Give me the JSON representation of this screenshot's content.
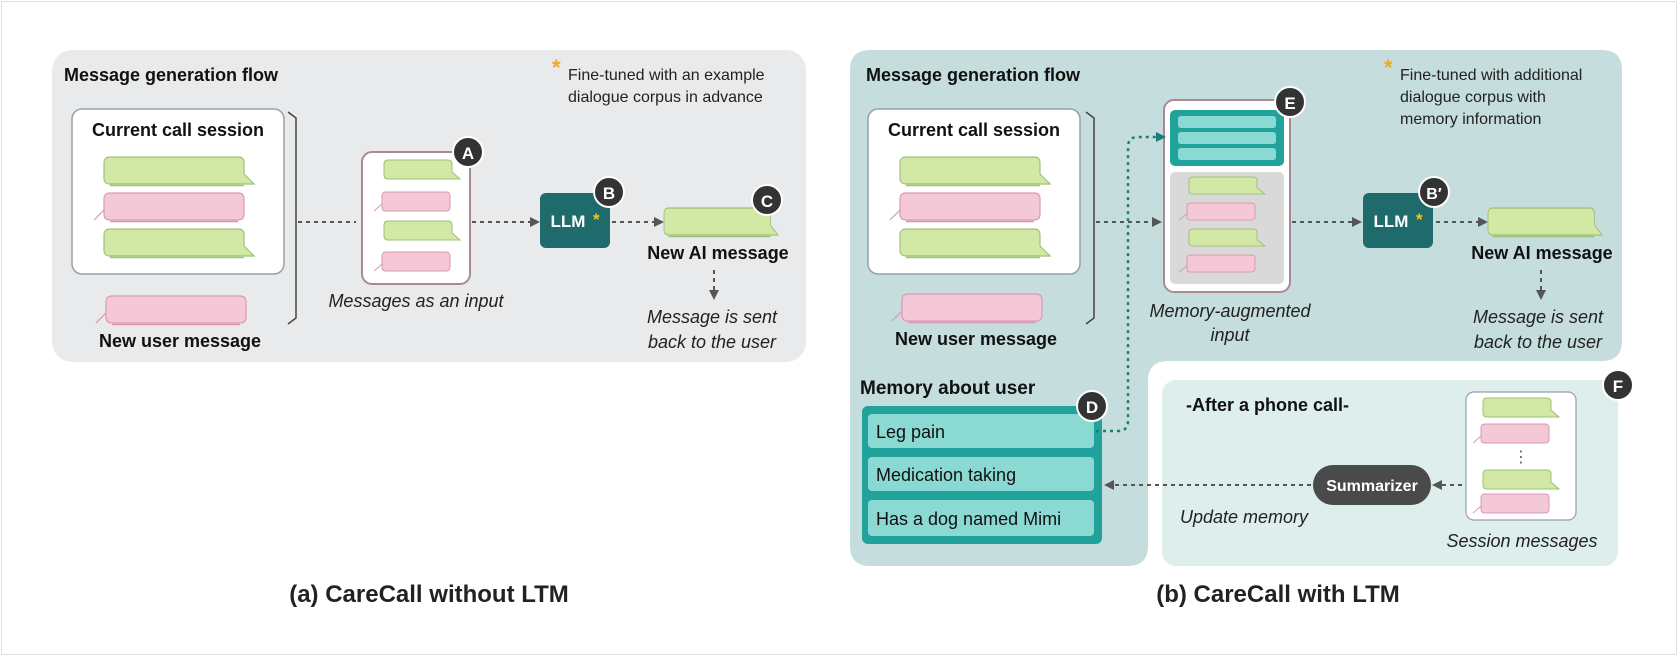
{
  "panel_a": {
    "flow_title": "Message generation flow",
    "note_star": "*",
    "note_line1": "Fine-tuned with an example",
    "note_line2": "dialogue corpus in advance",
    "current_session": "Current call session",
    "new_user_message": "New user message",
    "messages_input": "Messages as an input",
    "llm": "LLM",
    "llm_star": "*",
    "new_ai_message": "New AI message",
    "sent_line1": "Message is sent",
    "sent_line2": "back to the user",
    "badge_a": "A",
    "badge_b": "B",
    "badge_c": "C",
    "caption": "(a) CareCall without LTM"
  },
  "panel_b": {
    "flow_title": "Message generation flow",
    "note_star": "*",
    "note_line1": "Fine-tuned with additional",
    "note_line2": "dialogue corpus with",
    "note_line3": "memory information",
    "current_session": "Current call session",
    "new_user_message": "New user message",
    "augmented_line1": "Memory-augmented",
    "augmented_line2": "input",
    "llm": "LLM",
    "llm_star": "*",
    "new_ai_message": "New AI message",
    "sent_line1": "Message is sent",
    "sent_line2": "back to the user",
    "memory_title": "Memory about user",
    "memory_items": [
      "Leg pain",
      "Medication taking",
      "Has a dog named Mimi"
    ],
    "after_call": "-After a phone call-",
    "summarizer": "Summarizer",
    "update_memory": "Update memory",
    "session_messages": "Session messages",
    "badge_bp": "B′",
    "badge_d": "D",
    "badge_e": "E",
    "badge_f": "F",
    "caption": "(b) CareCall with LTM"
  },
  "colors": {
    "panel_a_bg": "#e8eaeb",
    "panel_b_bg": "#c5dddc",
    "after_call_bg": "#ddeeed",
    "green_bubble": "#d3e8a4",
    "pink_bubble": "#f5c8d8",
    "llm_teal": "#1f6b6b",
    "memory_teal": "#21a39c",
    "memory_item": "#8bd9d3",
    "badge": "#333333",
    "star": "#f5a623"
  }
}
